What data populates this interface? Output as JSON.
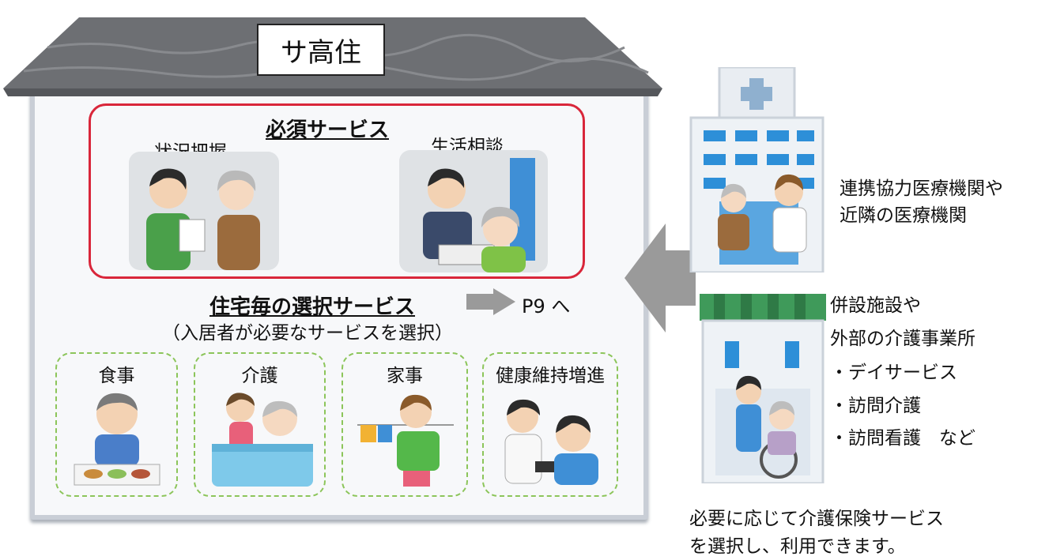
{
  "house": {
    "sign": "サ高住"
  },
  "required": {
    "title": "必須サービス",
    "items": [
      {
        "label": "状況把握"
      },
      {
        "label": "生活相談"
      }
    ]
  },
  "optional": {
    "title": "住宅毎の選択サービス",
    "link": "P9 へ",
    "subtitle": "（入居者が必要なサービスを選択）",
    "items": [
      {
        "label": "食事"
      },
      {
        "label": "介護"
      },
      {
        "label": "家事"
      },
      {
        "label": "健康維持増進"
      }
    ]
  },
  "medical": {
    "lines": [
      "連携協力医療機関や",
      "近隣の医療機関"
    ]
  },
  "facility": {
    "lines": [
      "併設施設や",
      "外部の介護事業所",
      "・デイサービス",
      "・訪問介護",
      "・訪問看護　など"
    ]
  },
  "footer": {
    "lines": [
      "必要に応じて介護保険サービス",
      "を選択し、利用できます。"
    ]
  },
  "colors": {
    "required_border": "#d9263a",
    "optional_border": "#8cc55a",
    "arrow": "#9a9a9a"
  }
}
